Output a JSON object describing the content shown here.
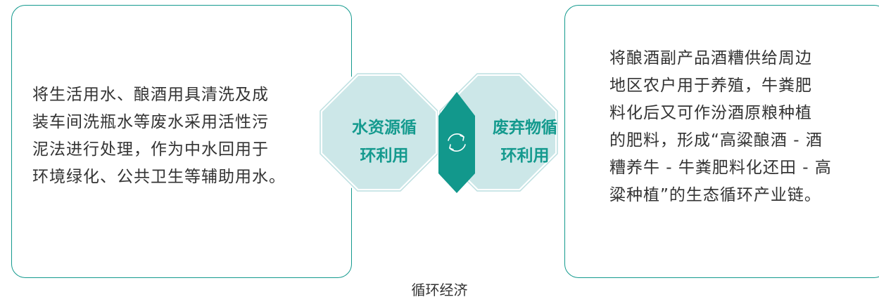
{
  "left_panel": {
    "text": "将生活用水、酿酒用具清洗及成\n装车间洗瓶水等废水采用活性污\n泥法进行处理，作为中水回用于\n环境绿化、公共卫生等辅助用水。"
  },
  "right_panel": {
    "text": "将酿酒副产品酒糟供给周边\n地区农户用于养殖，牛粪肥\n料化后又可作汾酒原粮种植\n的肥料，形成“高粱酿酒 - 酒\n糟养牛 - 牛粪肥料化还田 - 高\n粱种植”的生态循环产业链。"
  },
  "hub": {
    "left_label": "水资源循\n环利用",
    "right_label": "废弃物循\n环利用",
    "cycle_icon": "cycle-arrows-icon"
  },
  "caption": "循环经济",
  "colors": {
    "accent": "#149a8e",
    "hub_fill": "#cce7e8",
    "overlap_fill": "#12988c",
    "text": "#333333",
    "border": "#149a8e"
  }
}
